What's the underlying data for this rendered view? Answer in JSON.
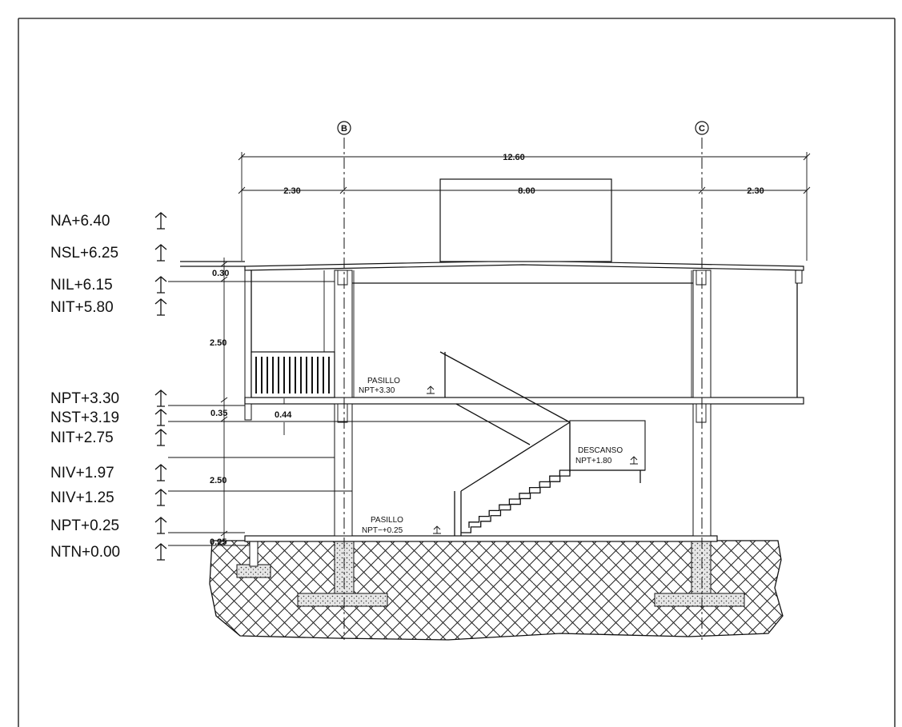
{
  "axes": {
    "b": "B",
    "c": "C"
  },
  "dimensions": {
    "total": "12.60",
    "left": "2.30",
    "center": "8.00",
    "right": "2.30",
    "h_roof": "0.30",
    "h_upper": "2.50",
    "h_mid": "0.35",
    "w_mid": "0.44",
    "h_lower": "2.50",
    "h_base": "0.25"
  },
  "levels": [
    {
      "label": "NA+6.40"
    },
    {
      "label": "NSL+6.25"
    },
    {
      "label": "NIL+6.15"
    },
    {
      "label": "NIT+5.80"
    },
    {
      "label": "NPT+3.30"
    },
    {
      "label": "NST+3.19"
    },
    {
      "label": "NIT+2.75"
    },
    {
      "label": "NIV+1.97"
    },
    {
      "label": "NIV+1.25"
    },
    {
      "label": "NPT+0.25"
    },
    {
      "label": "NTN+0.00"
    }
  ],
  "labels": {
    "pasillo_upper": "PASILLO",
    "npt_upper": "NPT+3.30",
    "descanso": "DESCANSO",
    "npt_descanso": "NPT+1.80",
    "pasillo_lower": "PASILLO",
    "npt_lower": "NPT−+0.25"
  }
}
